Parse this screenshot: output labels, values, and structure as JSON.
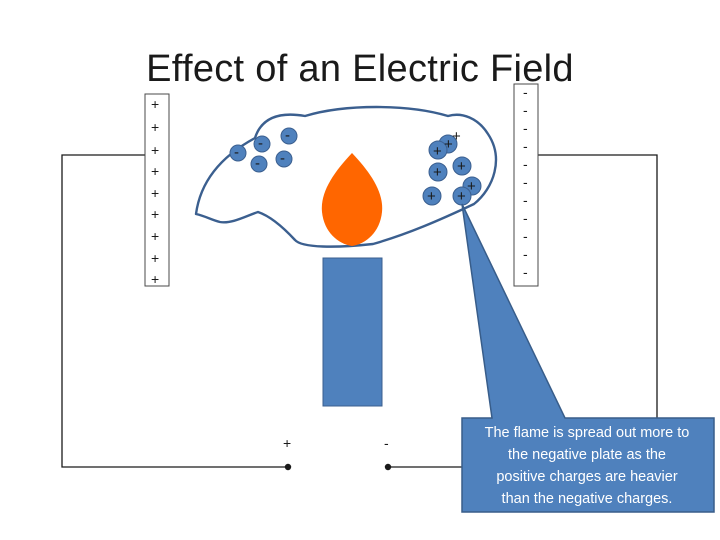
{
  "title": "Effect of an Electric Field",
  "positive_plate": {
    "symbols": [
      "+",
      "+",
      "+",
      "+",
      "+",
      "+",
      "+",
      "+",
      "+"
    ]
  },
  "negative_plate": {
    "symbols": [
      "-",
      "-",
      "-",
      "-",
      "-",
      "-",
      "-",
      "-",
      "-",
      "-",
      "-"
    ]
  },
  "flame_negative_charges": [
    "-",
    "-",
    "-",
    "-",
    "-"
  ],
  "flame_positive_charges": [
    "+",
    "+",
    "+",
    "+",
    "+",
    "+",
    "+",
    "+"
  ],
  "terminals": {
    "positive": "+",
    "negative": "-"
  },
  "callout": {
    "lines": [
      "The flame is spread out more to",
      "the negative plate as the",
      "positive charges are heavier",
      "than the negative charges."
    ]
  },
  "colors": {
    "flame": "#ff6600",
    "candle": "#4f81bd",
    "callout_fill": "#4f81bd",
    "callout_stroke": "#385d8a",
    "plate_fill": "#ffffff",
    "outline": "#3b5f8f"
  }
}
